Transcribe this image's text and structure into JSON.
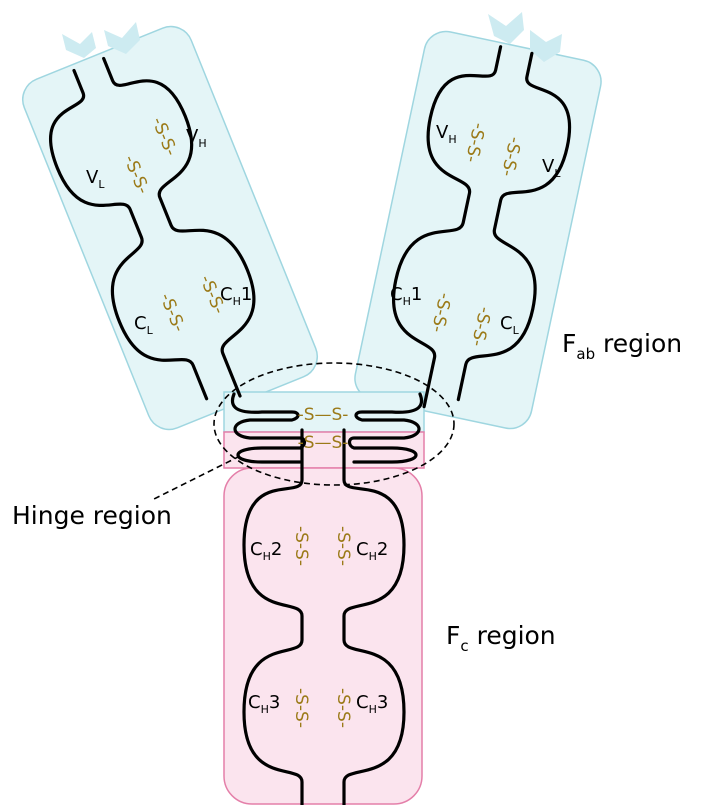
{
  "colors": {
    "fab_fill": "#e4f5f7",
    "fab_stroke": "#9fd6e0",
    "fc_fill": "#fbe4ee",
    "fc_stroke": "#e47fa9",
    "disulfide": "#9b7a18",
    "antigen_tip": "#cdebf1",
    "chain": "#000000"
  },
  "icons": [
    "antigen-binding-site-icon"
  ],
  "labels": {
    "left_vl": {
      "main": "V",
      "sub": "L"
    },
    "left_vh": {
      "main": "V",
      "sub": "H"
    },
    "left_cl": {
      "main": "C",
      "sub": "L"
    },
    "left_ch1": {
      "main": "C",
      "sub": "H",
      "suffix": "1"
    },
    "right_vh": {
      "main": "V",
      "sub": "H"
    },
    "right_vl": {
      "main": "V",
      "sub": "L"
    },
    "right_ch1": {
      "main": "C",
      "sub": "H",
      "suffix": "1"
    },
    "right_cl": {
      "main": "C",
      "sub": "L"
    },
    "ch2_left": {
      "main": "C",
      "sub": "H",
      "suffix": "2"
    },
    "ch2_right": {
      "main": "C",
      "sub": "H",
      "suffix": "2"
    },
    "ch3_left": {
      "main": "C",
      "sub": "H",
      "suffix": "3"
    },
    "ch3_right": {
      "main": "C",
      "sub": "H",
      "suffix": "3"
    }
  },
  "regions": {
    "fab": {
      "main": "F",
      "sub": "ab",
      "suffix": " region"
    },
    "fc": {
      "main": "F",
      "sub": "c",
      "suffix": " region"
    },
    "hinge": "Hinge region"
  },
  "bonds": {
    "vertical": "-S-S-",
    "hinge_top": "-S—S-",
    "hinge_bottom": "-S—S-"
  }
}
